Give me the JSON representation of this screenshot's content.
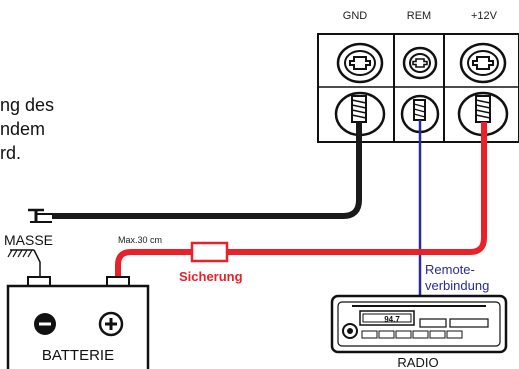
{
  "terminals": {
    "gnd": "GND",
    "rem": "REM",
    "plus12v": "+12V"
  },
  "side_text": {
    "line1": "ng des",
    "line2": "ndem",
    "line3": "rd."
  },
  "labels": {
    "masse": "MASSE",
    "max_length": "Max.30 cm",
    "fuse": "Sicherung",
    "remote_line1": "Remote-",
    "remote_line2": "verbindung",
    "battery": "BATTERIE",
    "radio": "RADIO",
    "radio_display": "94.7"
  },
  "colors": {
    "ground_wire": "#1a1a1a",
    "power_wire": "#e8212b",
    "remote_wire": "#2a2a9a",
    "fuse_text": "#e8212b",
    "remote_text": "#2a2a9a"
  },
  "icons": {
    "terminal_screw": "phillips-screw-icon",
    "ground_symbol": "chassis-ground-icon",
    "battery_minus": "minus-circle-icon",
    "battery_plus": "plus-circle-icon"
  }
}
